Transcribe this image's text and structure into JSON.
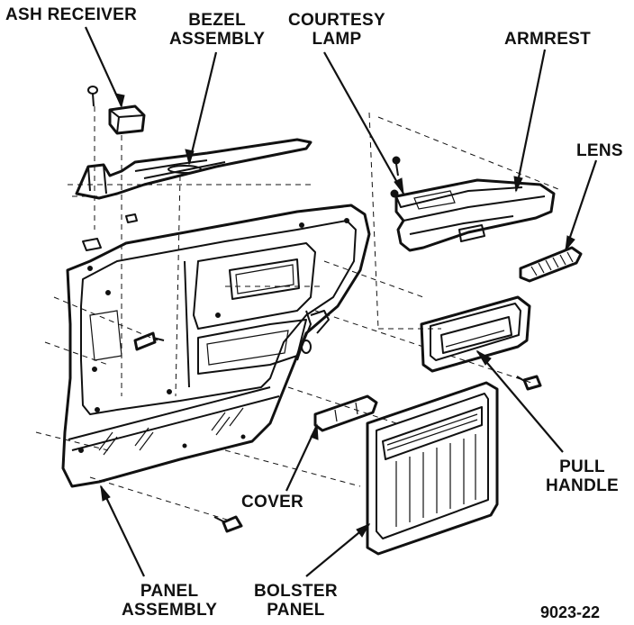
{
  "labels": {
    "ash_receiver": "ASH RECEIVER",
    "bezel_line1": "BEZEL",
    "bezel_line2": "ASSEMBLY",
    "courtesy_line1": "COURTESY",
    "courtesy_line2": "LAMP",
    "armrest": "ARMREST",
    "lens": "LENS",
    "pull_line1": "PULL",
    "pull_line2": "HANDLE",
    "cover": "COVER",
    "panel_line1": "PANEL",
    "panel_line2": "ASSEMBLY",
    "bolster_line1": "BOLSTER",
    "bolster_line2": "PANEL"
  },
  "figure_code": "9023-22"
}
